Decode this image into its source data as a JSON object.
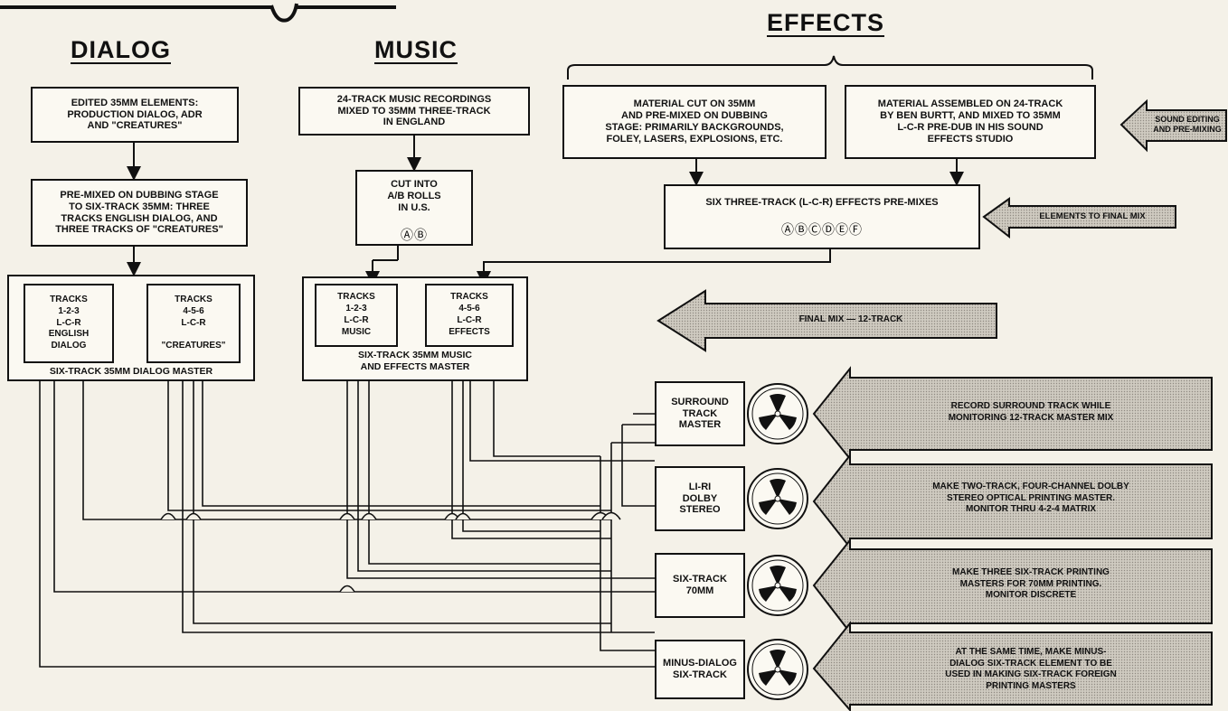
{
  "headings": {
    "dialog": "DIALOG",
    "music": "MUSIC",
    "effects": "EFFECTS"
  },
  "dialog": {
    "edited": "EDITED 35MM ELEMENTS:\nPRODUCTION DIALOG, ADR\nAND \"CREATURES\"",
    "premixed": "PRE-MIXED ON DUBBING STAGE\nTO SIX-TRACK 35MM: THREE\nTRACKS ENGLISH DIALOG, AND\nTHREE TRACKS OF \"CREATURES\"",
    "tracks_a": "TRACKS\n1-2-3\nL-C-R\nENGLISH\nDIALOG",
    "tracks_b": "TRACKS\n4-5-6\nL-C-R\n\n\"CREATURES\"",
    "master_caption": "SIX-TRACK 35MM DIALOG MASTER"
  },
  "music": {
    "recordings": "24-TRACK MUSIC RECORDINGS\nMIXED TO 35MM THREE-TRACK\nIN ENGLAND",
    "cut": "CUT INTO\nA/B ROLLS\nIN U.S.",
    "cut_marks": "ⒶⒷ",
    "tracks_a": "TRACKS\n1-2-3\nL-C-R\nMUSIC",
    "tracks_b": "TRACKS\n4-5-6\nL-C-R\nEFFECTS",
    "master_caption": "SIX-TRACK 35MM MUSIC\nAND EFFECTS MASTER"
  },
  "effects": {
    "material_35": "MATERIAL CUT ON 35MM\nAND PRE-MIXED ON DUBBING\nSTAGE: PRIMARILY BACKGROUNDS,\nFOLEY, LASERS, EXPLOSIONS, ETC.",
    "material_24": "MATERIAL ASSEMBLED ON 24-TRACK\nBY BEN BURTT, AND MIXED TO 35MM\nL-C-R PRE-DUB IN HIS SOUND\nEFFECTS STUDIO",
    "premixes": "SIX THREE-TRACK (L-C-R) EFFECTS PRE-MIXES",
    "premix_marks": "ⒶⒷⒸⒹⒺⒻ"
  },
  "side_arrows": {
    "sound_editing": "SOUND EDITING\nAND PRE-MIXING",
    "elements": "ELEMENTS TO FINAL MIX",
    "final_mix": "FINAL MIX — 12-TRACK"
  },
  "outputs": [
    {
      "label": "SURROUND\nTRACK\nMASTER",
      "note": "RECORD SURROUND TRACK WHILE\nMONITORING 12-TRACK MASTER MIX"
    },
    {
      "label": "LI-RI\nDOLBY\nSTEREO",
      "note": "MAKE TWO-TRACK, FOUR-CHANNEL DOLBY\nSTEREO OPTICAL PRINTING MASTER.\nMONITOR THRU 4-2-4 MATRIX"
    },
    {
      "label": "SIX-TRACK\n70MM",
      "note": "MAKE THREE SIX-TRACK PRINTING\nMASTERS FOR 70MM PRINTING.\nMONITOR DISCRETE"
    },
    {
      "label": "MINUS-DIALOG\nSIX-TRACK",
      "note": "AT THE SAME TIME, MAKE MINUS-\nDIALOG SIX-TRACK ELEMENT TO BE\nUSED IN MAKING SIX-TRACK FOREIGN\nPRINTING MASTERS"
    }
  ]
}
